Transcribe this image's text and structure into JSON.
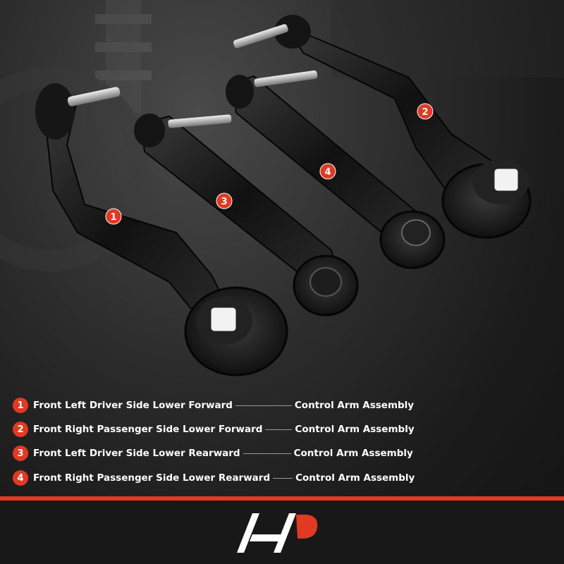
{
  "parts": [
    {
      "number": "1",
      "label": "Front Left Driver Side Lower Forward",
      "suffix": "Control Arm Assembly"
    },
    {
      "number": "2",
      "label": "Front Right Passenger Side Lower Forward",
      "suffix": "Control Arm Assembly"
    },
    {
      "number": "3",
      "label": "Front Left Driver Side Lower Rearward",
      "suffix": "Control Arm Assembly"
    },
    {
      "number": "4",
      "label": "Front Right Passenger Side Lower Rearward",
      "suffix": "Control Arm Assembly"
    }
  ],
  "colors": {
    "accent": "#e23a22",
    "background": "#1b1b1b",
    "text": "#ffffff"
  },
  "brand_logo": "A-Premium logo"
}
